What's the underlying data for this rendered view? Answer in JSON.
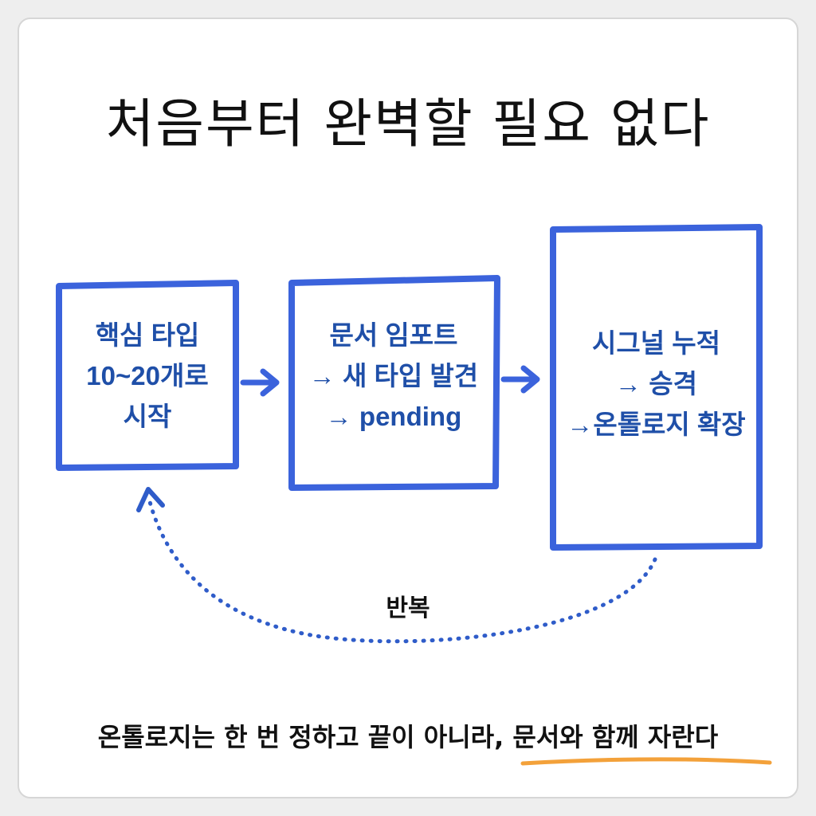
{
  "title": "처음부터 완벽할 필요 없다",
  "steps": [
    {
      "lines": [
        "핵심 타입",
        "10~20개로",
        "시작"
      ]
    },
    {
      "lines": [
        "문서 임포트",
        "→ 새 타입 발견",
        "→ pending"
      ]
    },
    {
      "lines": [
        "시그널 누적",
        "→ 승격",
        "→온톨로지 확장"
      ]
    }
  ],
  "loop_label": "반복",
  "footer": {
    "prefix": "온톨로지는 한 번 정하고 끝이 아니라, ",
    "highlight": "문서와 함께 자란다"
  },
  "colors": {
    "box_stroke": "#3b63dc",
    "box_text": "#1f4fa8",
    "underline": "#f3a13a",
    "loop_dots": "#2f5cc9"
  }
}
